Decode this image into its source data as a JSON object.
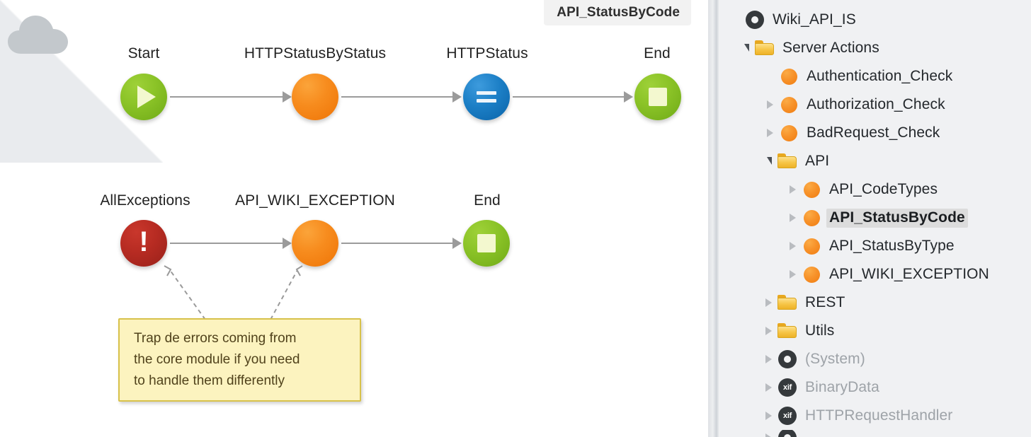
{
  "editor_tab": {
    "title": "API_StatusByCode"
  },
  "canvas": {
    "watermark_icon": "cloud-icon",
    "flows": [
      {
        "name": "main-flow",
        "nodes": [
          {
            "label": "Start",
            "icon": "play-icon",
            "shape": "circle",
            "color": "#8cc428",
            "type": "start"
          },
          {
            "label": "HTTPStatusByStatus",
            "icon": "server-action-icon",
            "shape": "circle",
            "color": "#f78c1e",
            "type": "action"
          },
          {
            "label": "HTTPStatus",
            "icon": "assign-icon",
            "shape": "circle",
            "color": "#1c7fc6",
            "type": "assign"
          },
          {
            "label": "End",
            "icon": "stop-icon",
            "shape": "circle",
            "color": "#8cc428",
            "type": "end"
          }
        ]
      },
      {
        "name": "exception-flow",
        "nodes": [
          {
            "label": "AllExceptions",
            "icon": "exception-handler-icon",
            "shape": "circle",
            "color": "#b62b22",
            "type": "exception"
          },
          {
            "label": "API_WIKI_EXCEPTION",
            "icon": "server-action-icon",
            "shape": "circle",
            "color": "#f78c1e",
            "type": "action"
          },
          {
            "label": "End",
            "icon": "stop-icon",
            "shape": "circle",
            "color": "#8cc428",
            "type": "end"
          }
        ]
      }
    ],
    "note": {
      "text": "Trap de errors coming from\nthe core module if you need\nto handle them differently",
      "background": "#fcf3bf",
      "border": "#d8c24b"
    }
  },
  "tree": {
    "items": [
      {
        "label": "Wiki_API_IS",
        "icon": "module-icon",
        "indent": 0,
        "twisty": "none",
        "state": "normal"
      },
      {
        "label": "Server Actions",
        "icon": "folder-icon",
        "indent": 1,
        "twisty": "expanded",
        "state": "normal"
      },
      {
        "label": "Authentication_Check",
        "icon": "action-dot-icon",
        "indent": 2,
        "twisty": "none",
        "state": "normal"
      },
      {
        "label": "Authorization_Check",
        "icon": "action-dot-icon",
        "indent": 2,
        "twisty": "collapsed",
        "state": "normal"
      },
      {
        "label": "BadRequest_Check",
        "icon": "action-dot-icon",
        "indent": 2,
        "twisty": "collapsed",
        "state": "normal"
      },
      {
        "label": "API",
        "icon": "folder-icon",
        "indent": 2,
        "twisty": "expanded",
        "state": "normal"
      },
      {
        "label": "API_CodeTypes",
        "icon": "action-dot-icon",
        "indent": 3,
        "twisty": "collapsed",
        "state": "normal"
      },
      {
        "label": "API_StatusByCode",
        "icon": "action-dot-icon",
        "indent": 3,
        "twisty": "collapsed",
        "state": "selected"
      },
      {
        "label": "API_StatusByType",
        "icon": "action-dot-icon",
        "indent": 3,
        "twisty": "collapsed",
        "state": "normal"
      },
      {
        "label": "API_WIKI_EXCEPTION",
        "icon": "action-dot-icon",
        "indent": 3,
        "twisty": "collapsed",
        "state": "normal"
      },
      {
        "label": "REST",
        "icon": "folder-icon",
        "indent": 2,
        "twisty": "collapsed",
        "state": "normal"
      },
      {
        "label": "Utils",
        "icon": "folder-icon",
        "indent": 2,
        "twisty": "collapsed",
        "state": "normal"
      },
      {
        "label": "(System)",
        "icon": "module-icon",
        "indent": 2,
        "twisty": "collapsed",
        "state": "dim"
      },
      {
        "label": "BinaryData",
        "icon": "xif-icon",
        "indent": 2,
        "twisty": "collapsed",
        "state": "dim"
      },
      {
        "label": "HTTPRequestHandler",
        "icon": "xif-icon",
        "indent": 2,
        "twisty": "collapsed",
        "state": "dim"
      }
    ],
    "xif_icon_text": "xif",
    "background": "#f0f1f3",
    "selection_color": "#dcdcdc"
  }
}
